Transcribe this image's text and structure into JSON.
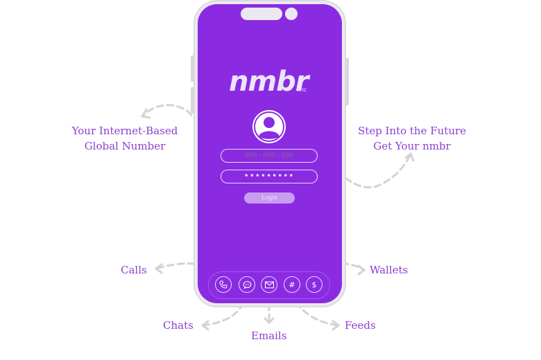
{
  "brand": {
    "logo": "nmbr",
    "logo_suffix": ".inc"
  },
  "login": {
    "phone_placeholder": "000 - 000 - 000",
    "password_value": "•••••••••",
    "login_label": "Login"
  },
  "callouts": {
    "left_top": [
      "Your Internet-Based",
      "Global Number"
    ],
    "right_top": [
      "Step Into the Future",
      "Get Your nmbr"
    ],
    "calls": "Calls",
    "chats": "Chats",
    "emails": "Emails",
    "feeds": "Feeds",
    "wallets": "Wallets"
  },
  "dock": {
    "icons": [
      "phone-icon",
      "chat-icon",
      "mail-icon",
      "hashtag-icon",
      "dollar-icon"
    ],
    "hashtag_glyph": "#",
    "dollar_glyph": "$"
  },
  "colors": {
    "screen": "#8a2be2",
    "accent_text": "#8a3fd1",
    "login_button": "#c99cf0",
    "phone_frame": "#ebe9f0"
  }
}
